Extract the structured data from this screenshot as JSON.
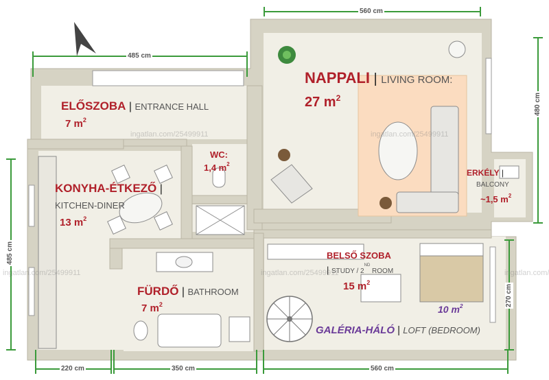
{
  "rooms": {
    "nappali": {
      "name": "NAPPALI",
      "sub": "LIVING ROOM:",
      "area": "27 m",
      "sup": "2"
    },
    "eloszoba": {
      "name": "ELŐSZOBA",
      "sub": "ENTRANCE HALL",
      "area": "7 m",
      "sup": "2"
    },
    "wc": {
      "name": "WC:",
      "area": "1,4 m",
      "sup": "2"
    },
    "konyha": {
      "name": "KONYHA-ÉTKEZŐ",
      "sub": "KITCHEN-DINER",
      "area": "13 m",
      "sup": "2"
    },
    "erkely": {
      "name": "ERKÉLY",
      "sub": "BALCONY",
      "area": "~1,5 m",
      "sup": "2"
    },
    "belso": {
      "name": "BELSŐ SZOBA",
      "sub": "STUDY / 2",
      "sub_sup": "ND",
      "sub_tail": " ROOM",
      "area": "15 m",
      "sup": "2"
    },
    "furdo": {
      "name": "FÜRDŐ",
      "sub": "BATHROOM",
      "area": "7 m",
      "sup": "2"
    },
    "galeria": {
      "name": "GALÉRIA-HÁLÓ",
      "sub": "LOFT (BEDROOM)",
      "area": "10 m",
      "sup": "2"
    }
  },
  "dimensions": {
    "top_right": "560 cm",
    "top_left": "485 cm",
    "right_upper": "480 cm",
    "left": "485 cm",
    "right_lower": "270 cm",
    "bottom_1": "220 cm",
    "bottom_2": "350 cm",
    "bottom_3": "560 cm"
  },
  "watermark": "ingatlan.com/25499911",
  "colors": {
    "wall": "#d6d3c4",
    "floor": "#f1efe6",
    "rug": "#fbdcc0",
    "dim_line": "#3a9a3a",
    "label_red": "#b0202a",
    "label_purple": "#6a3a98"
  }
}
